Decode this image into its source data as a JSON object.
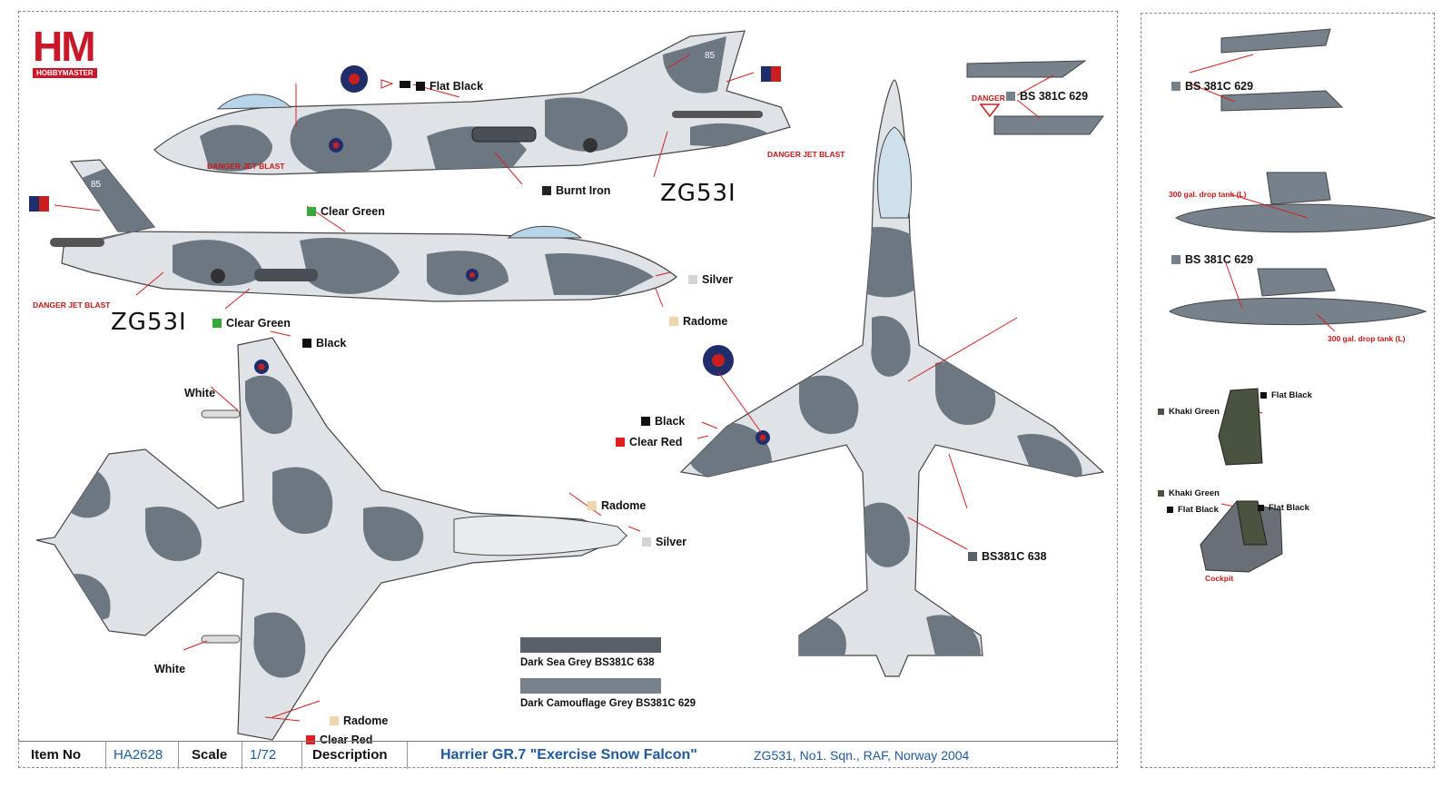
{
  "logo": {
    "mark": "HM",
    "brand": "HOBBYMASTER"
  },
  "colors": {
    "dark_sea_grey": "#5a6068",
    "dark_camo_grey": "#76818c",
    "light_grey": "#d9dee3",
    "accent_red": "#c82020",
    "roundel_blue": "#1f2e6a"
  },
  "serials": {
    "side_upper": "ZG53I",
    "side_lower": "ZG53I",
    "tail_code": "85"
  },
  "callouts": {
    "flat_black": "Flat Black",
    "burnt_iron": "Burnt Iron",
    "clear_green_1": "Clear Green",
    "clear_green_2": "Clear Green",
    "black_1": "Black",
    "silver_1": "Silver",
    "radome_1": "Radome",
    "white_1": "White",
    "white_2": "White",
    "radome_2": "Radome",
    "silver_2": "Silver",
    "radome_3": "Radome",
    "clear_red_1": "Clear Red",
    "black_2": "Black",
    "clear_red_2": "Clear Red",
    "bs629_top": "BS 381C 629",
    "bs638": "BS381C 638"
  },
  "stencils": {
    "danger_jet_blast": "DANGER JET BLAST",
    "danger": "DANGER"
  },
  "legend": {
    "dark_sea_grey": "Dark Sea Grey BS381C 638",
    "dark_camo_grey": "Dark Camouflage Grey BS381C 629"
  },
  "side_panel": {
    "bs629_a": "BS 381C 629",
    "drop_tank_l_1": "300 gal. drop tank (L)",
    "bs629_b": "BS 381C 629",
    "drop_tank_l_2": "300 gal. drop tank (L)",
    "khaki_green_1": "Khaki Green",
    "flat_black_1": "Flat Black",
    "khaki_green_2": "Khaki Green",
    "flat_black_2": "Flat Black",
    "flat_black_3": "Flat Black",
    "cockpit": "Cockpit"
  },
  "info_bar": {
    "item_no_label": "Item No",
    "item_no": "HA2628",
    "scale_label": "Scale",
    "scale": "1/72",
    "description_label": "Description",
    "title": "Harrier GR.7 \"Exercise Snow Falcon\"",
    "subtitle": "ZG531, No1. Sqn., RAF, Norway 2004"
  }
}
